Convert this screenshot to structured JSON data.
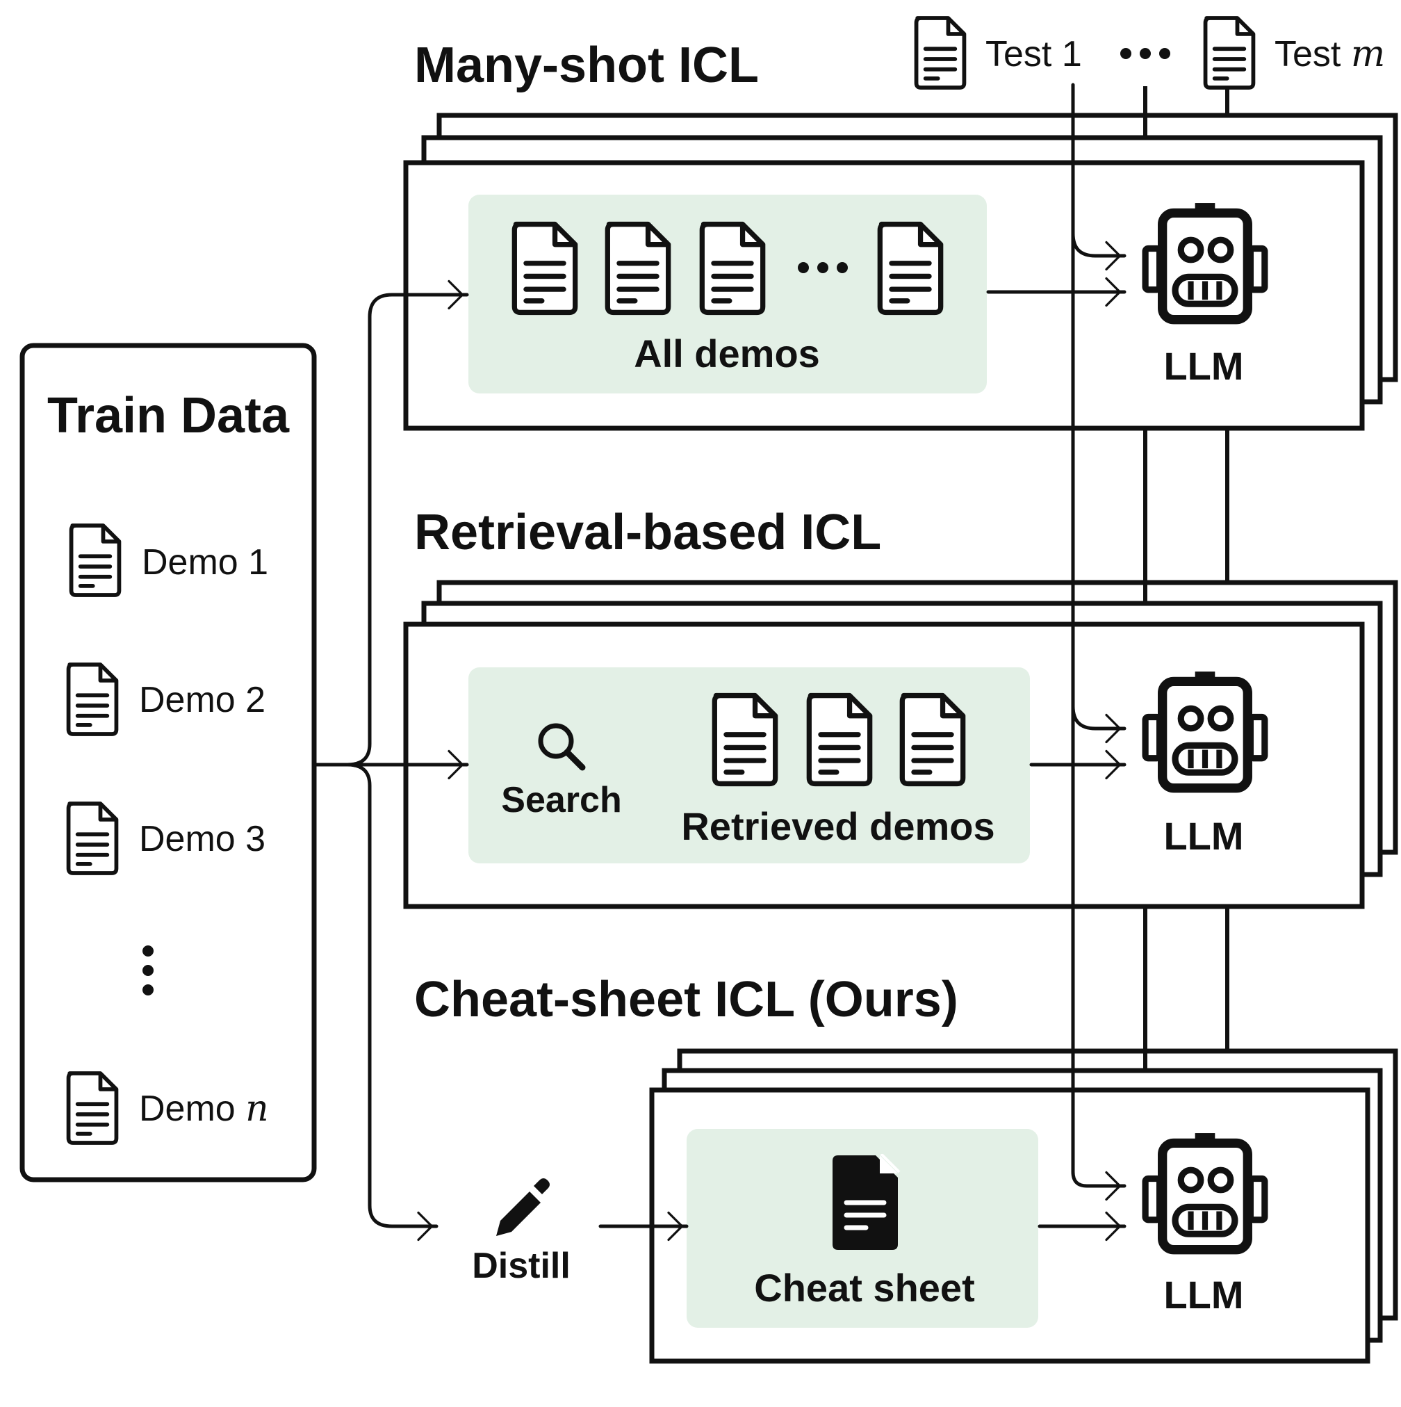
{
  "colors": {
    "stroke": "#111111",
    "green_panel": "#e3f0e6",
    "background": "#ffffff"
  },
  "train_data": {
    "title": "Train Data",
    "demos": [
      {
        "prefix": "Demo ",
        "num": "1",
        "num_italic": false
      },
      {
        "prefix": "Demo ",
        "num": "2",
        "num_italic": false
      },
      {
        "prefix": "Demo ",
        "num": "3",
        "num_italic": false
      },
      {
        "prefix": "Demo ",
        "num": "n",
        "num_italic": true
      }
    ],
    "vertical_ellipsis_icon": "vertical-dots-icon"
  },
  "tests": {
    "first": {
      "prefix": "Test ",
      "suffix": "1",
      "suffix_italic": false
    },
    "last": {
      "prefix": "Test ",
      "suffix": "m",
      "suffix_italic": true
    },
    "ellipsis_icon": "horizontal-dots-icon"
  },
  "sections": {
    "many_shot": {
      "title": "Many-shot ICL",
      "panel_label": "All demos",
      "model_label": "LLM"
    },
    "retrieval": {
      "title": "Retrieval-based ICL",
      "search_label": "Search",
      "panel_label": "Retrieved demos",
      "model_label": "LLM"
    },
    "cheat_sheet": {
      "title": "Cheat-sheet ICL (Ours)",
      "distill_label": "Distill",
      "panel_label": "Cheat sheet",
      "model_label": "LLM"
    }
  },
  "icons": {
    "document": "document-icon",
    "filled_document": "filled-document-icon",
    "robot": "robot-icon",
    "search": "search-icon",
    "pencil": "pencil-icon"
  }
}
